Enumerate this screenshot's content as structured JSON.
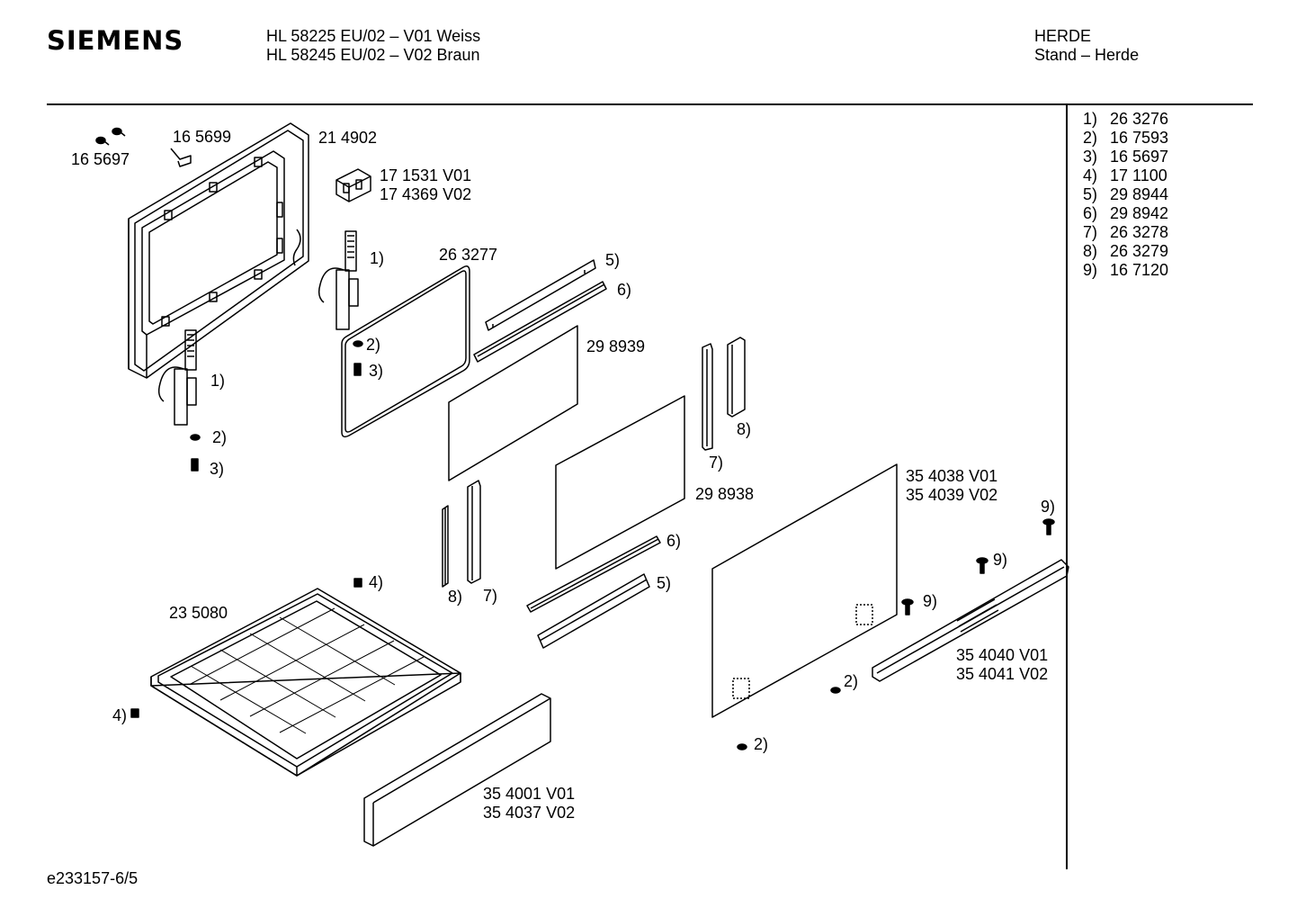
{
  "header": {
    "brand": "SIEMENS",
    "model_line1": "HL 58225 EU/02 – V01 Weiss",
    "model_line2": "HL 58245 EU/02 – V02 Braun",
    "category": "HERDE",
    "subcategory": "Stand – Herde"
  },
  "parts_list": [
    {
      "num": "1)",
      "code": "26 3276"
    },
    {
      "num": "2)",
      "code": "16 7593"
    },
    {
      "num": "3)",
      "code": "16 5697"
    },
    {
      "num": "4)",
      "code": "17 1100"
    },
    {
      "num": "5)",
      "code": "29 8944"
    },
    {
      "num": "6)",
      "code": "29 8942"
    },
    {
      "num": "7)",
      "code": "26 3278"
    },
    {
      "num": "8)",
      "code": "26 3279"
    },
    {
      "num": "9)",
      "code": "16 7120"
    }
  ],
  "labels": {
    "frame_code": "21 4902",
    "screw_code": "16 5697",
    "clip_code": "16 5699",
    "hinge_block_v01": "17 1531 V01",
    "hinge_block_v02": "17 4369 V02",
    "seal_code": "26 3277",
    "inner_glass": "29 8939",
    "middle_glass": "29 8938",
    "outer_panel_v01": "35 4038 V01",
    "outer_panel_v02": "35 4039 V02",
    "handle_v01": "35 4040 V01",
    "handle_v02": "35 4041 V02",
    "drawer_code": "23 5080",
    "drawer_front_v01": "35 4001 V01",
    "drawer_front_v02": "35 4037 V02",
    "ref1": "1)",
    "ref2": "2)",
    "ref3": "3)",
    "ref4": "4)",
    "ref5": "5)",
    "ref6": "6)",
    "ref7": "7)",
    "ref8": "8)",
    "ref9": "9)"
  },
  "footer": {
    "doc_id": "e233157-6/5"
  }
}
